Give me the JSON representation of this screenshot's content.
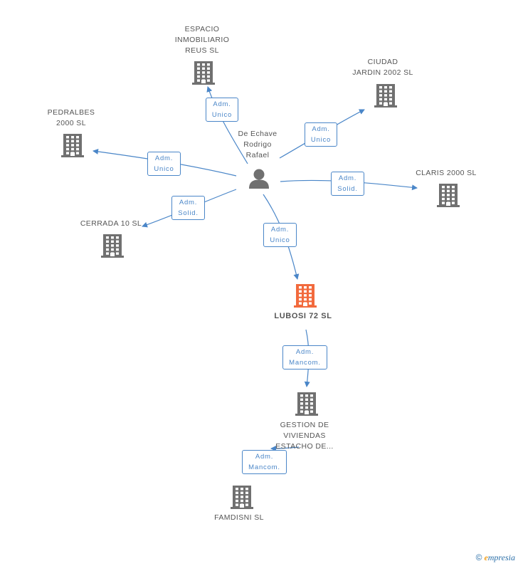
{
  "center": {
    "name": "De Echave Rodrigo Rafael",
    "lines": [
      "De Echave",
      "Rodrigo",
      "Rafael"
    ]
  },
  "companies": [
    {
      "id": "espacio",
      "lines": [
        "ESPACIO",
        "INMOBILIARIO",
        "REUS SL"
      ]
    },
    {
      "id": "ciudad",
      "lines": [
        "CIUDAD",
        "JARDIN 2002 SL"
      ]
    },
    {
      "id": "pedralbes",
      "lines": [
        "PEDRALBES",
        "2000 SL"
      ]
    },
    {
      "id": "claris",
      "lines": [
        "CLARIS 2000 SL"
      ]
    },
    {
      "id": "cerrada",
      "lines": [
        "CERRADA 10 SL"
      ]
    },
    {
      "id": "lubosi",
      "lines": [
        "LUBOSI 72 SL"
      ]
    },
    {
      "id": "gestion",
      "lines": [
        "GESTION DE",
        "VIVIENDAS",
        "ESTACHO DE..."
      ]
    },
    {
      "id": "famdisni",
      "lines": [
        "FAMDISNI SL"
      ]
    }
  ],
  "relations": [
    {
      "id": "r-espacio",
      "lines": [
        "Adm.",
        "Unico"
      ]
    },
    {
      "id": "r-ciudad",
      "lines": [
        "Adm.",
        "Unico"
      ]
    },
    {
      "id": "r-pedralbes",
      "lines": [
        "Adm.",
        "Unico"
      ]
    },
    {
      "id": "r-claris",
      "lines": [
        "Adm.",
        "Solid."
      ]
    },
    {
      "id": "r-cerrada",
      "lines": [
        "Adm.",
        "Solid."
      ]
    },
    {
      "id": "r-lubosi",
      "lines": [
        "Adm.",
        "Unico"
      ]
    },
    {
      "id": "r-gestion",
      "lines": [
        "Adm.",
        "Mancom."
      ]
    },
    {
      "id": "r-famdisni",
      "lines": [
        "Adm.",
        "Mancom."
      ]
    }
  ],
  "footer": {
    "copyright": "©",
    "brand_initial": "e",
    "brand_rest": "mpresia"
  },
  "colors": {
    "edge": "#4a86c8",
    "building": "#707070",
    "highlight": "#f26a3d",
    "person": "#707070"
  }
}
